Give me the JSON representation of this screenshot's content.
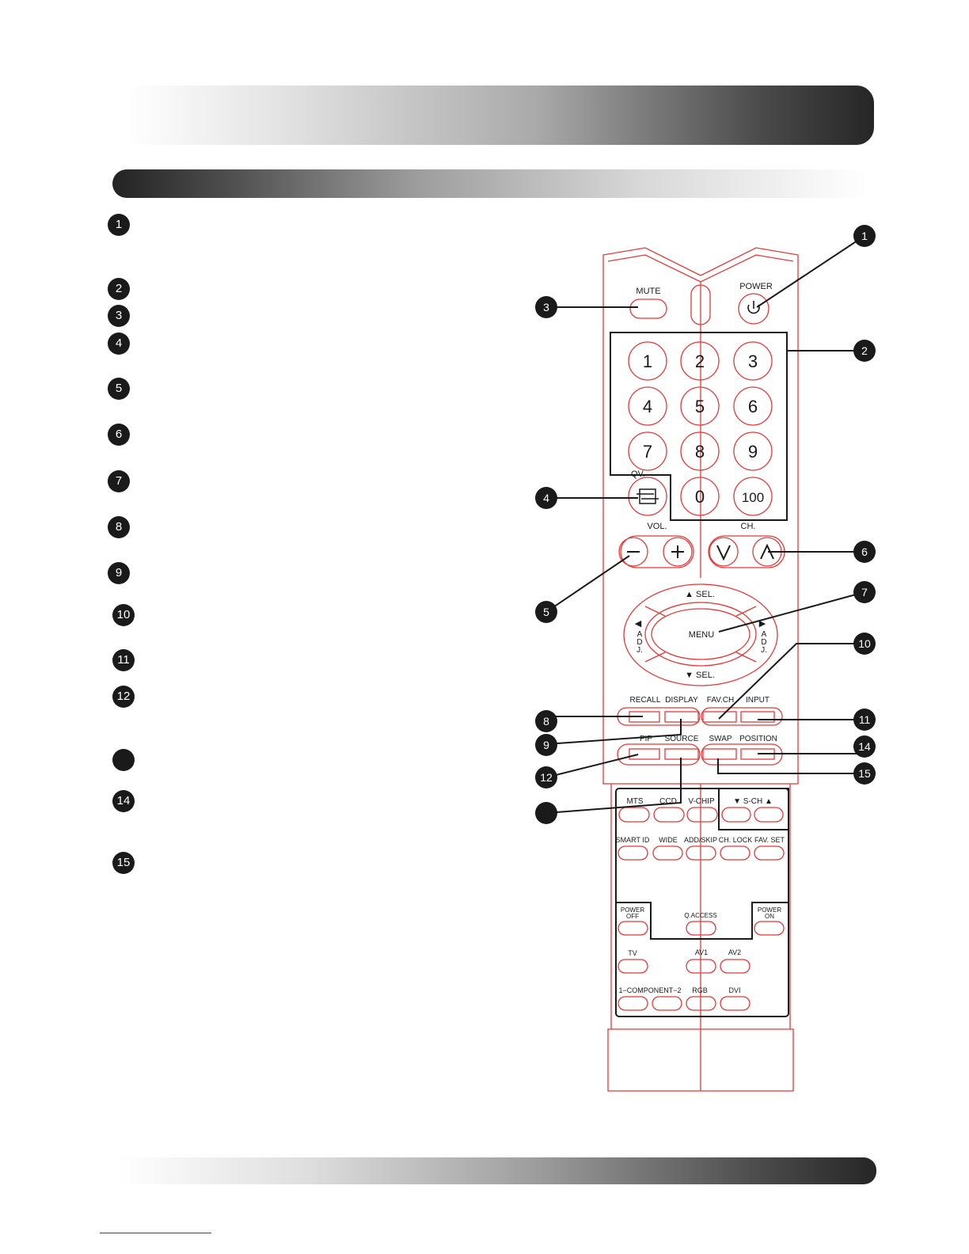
{
  "left_markers": [
    {
      "label": "1"
    },
    {
      "label": "2"
    },
    {
      "label": "3"
    },
    {
      "label": "4"
    },
    {
      "label": "5"
    },
    {
      "label": "6"
    },
    {
      "label": "7"
    },
    {
      "label": "8"
    },
    {
      "label": "9"
    },
    {
      "label": "10"
    },
    {
      "label": "11"
    },
    {
      "label": "12"
    },
    {
      "label": ""
    },
    {
      "label": "14"
    },
    {
      "label": "15"
    }
  ],
  "callouts": {
    "c1": "1",
    "c2": "2",
    "c3": "3",
    "c4": "4",
    "c5": "5",
    "c6": "6",
    "c7": "7",
    "c8": "8",
    "c9": "9",
    "c10": "10",
    "c11": "11",
    "c12": "12",
    "c13": "",
    "c14": "14",
    "c15": "15"
  },
  "remote": {
    "mute": "MUTE",
    "power": "POWER",
    "digits": [
      "1",
      "2",
      "3",
      "4",
      "5",
      "6",
      "7",
      "8",
      "9",
      "0",
      "100"
    ],
    "qv": "QV.",
    "vol": "VOL.",
    "ch": "CH.",
    "sel_up": "▲ SEL.",
    "sel_down": "▼ SEL.",
    "menu": "MENU",
    "adj_left": [
      "◀",
      "A",
      "D",
      "J."
    ],
    "adj_right": [
      "▶",
      "A",
      "D",
      "J."
    ],
    "row1": [
      "RECALL",
      "DISPLAY",
      "FAV.CH",
      "INPUT"
    ],
    "row2": [
      "PIP",
      "SOURCE",
      "SWAP",
      "POSITION"
    ],
    "row3": [
      "MTS",
      "CCD",
      "V-CHIP"
    ],
    "sch": "▼ S-CH ▲",
    "row4": [
      "SMART ID",
      "WIDE",
      "ADD/SKIP",
      "CH. LOCK",
      "FAV. SET"
    ],
    "power_off": [
      "POWER",
      "OFF"
    ],
    "qaccess": "Q.ACCESS",
    "power_on": [
      "POWER",
      "ON"
    ],
    "tv": "TV",
    "av1": "AV1",
    "av2": "AV2",
    "component": "1−COMPONENT−2",
    "rgb": "RGB",
    "dvi": "DVI"
  },
  "colors": {
    "outline": "#e23a3a",
    "ink": "#1a1a1a"
  }
}
